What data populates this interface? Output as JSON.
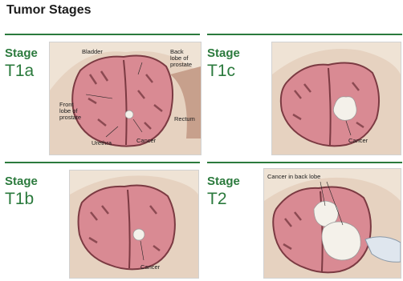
{
  "title": "Tumor Stages",
  "panels": [
    {
      "id": "t1a",
      "stage_word": "Stage",
      "stage_code": "T1a",
      "labels": {
        "bladder": "Bladder",
        "back_lobe": [
          "Back",
          "lobe of",
          "prostate"
        ],
        "front_lobe": [
          "Front",
          "lobe of",
          "prostate"
        ],
        "rectum": "Rectum",
        "urethra": "Urethra",
        "cancer": "Cancer"
      }
    },
    {
      "id": "t1c",
      "stage_word": "Stage",
      "stage_code": "T1c",
      "labels": {
        "cancer": "Cancer"
      }
    },
    {
      "id": "t1b",
      "stage_word": "Stage",
      "stage_code": "T1b",
      "labels": {
        "cancer": "Cancer"
      }
    },
    {
      "id": "t2",
      "stage_word": "Stage",
      "stage_code": "T2",
      "labels": {
        "cancer_back_lobe": "Cancer in back lobe"
      }
    }
  ],
  "colors": {
    "accent_green": "#2b7a3d",
    "tissue_pink": "#d98a93",
    "background_tan": "#efe3d5"
  }
}
